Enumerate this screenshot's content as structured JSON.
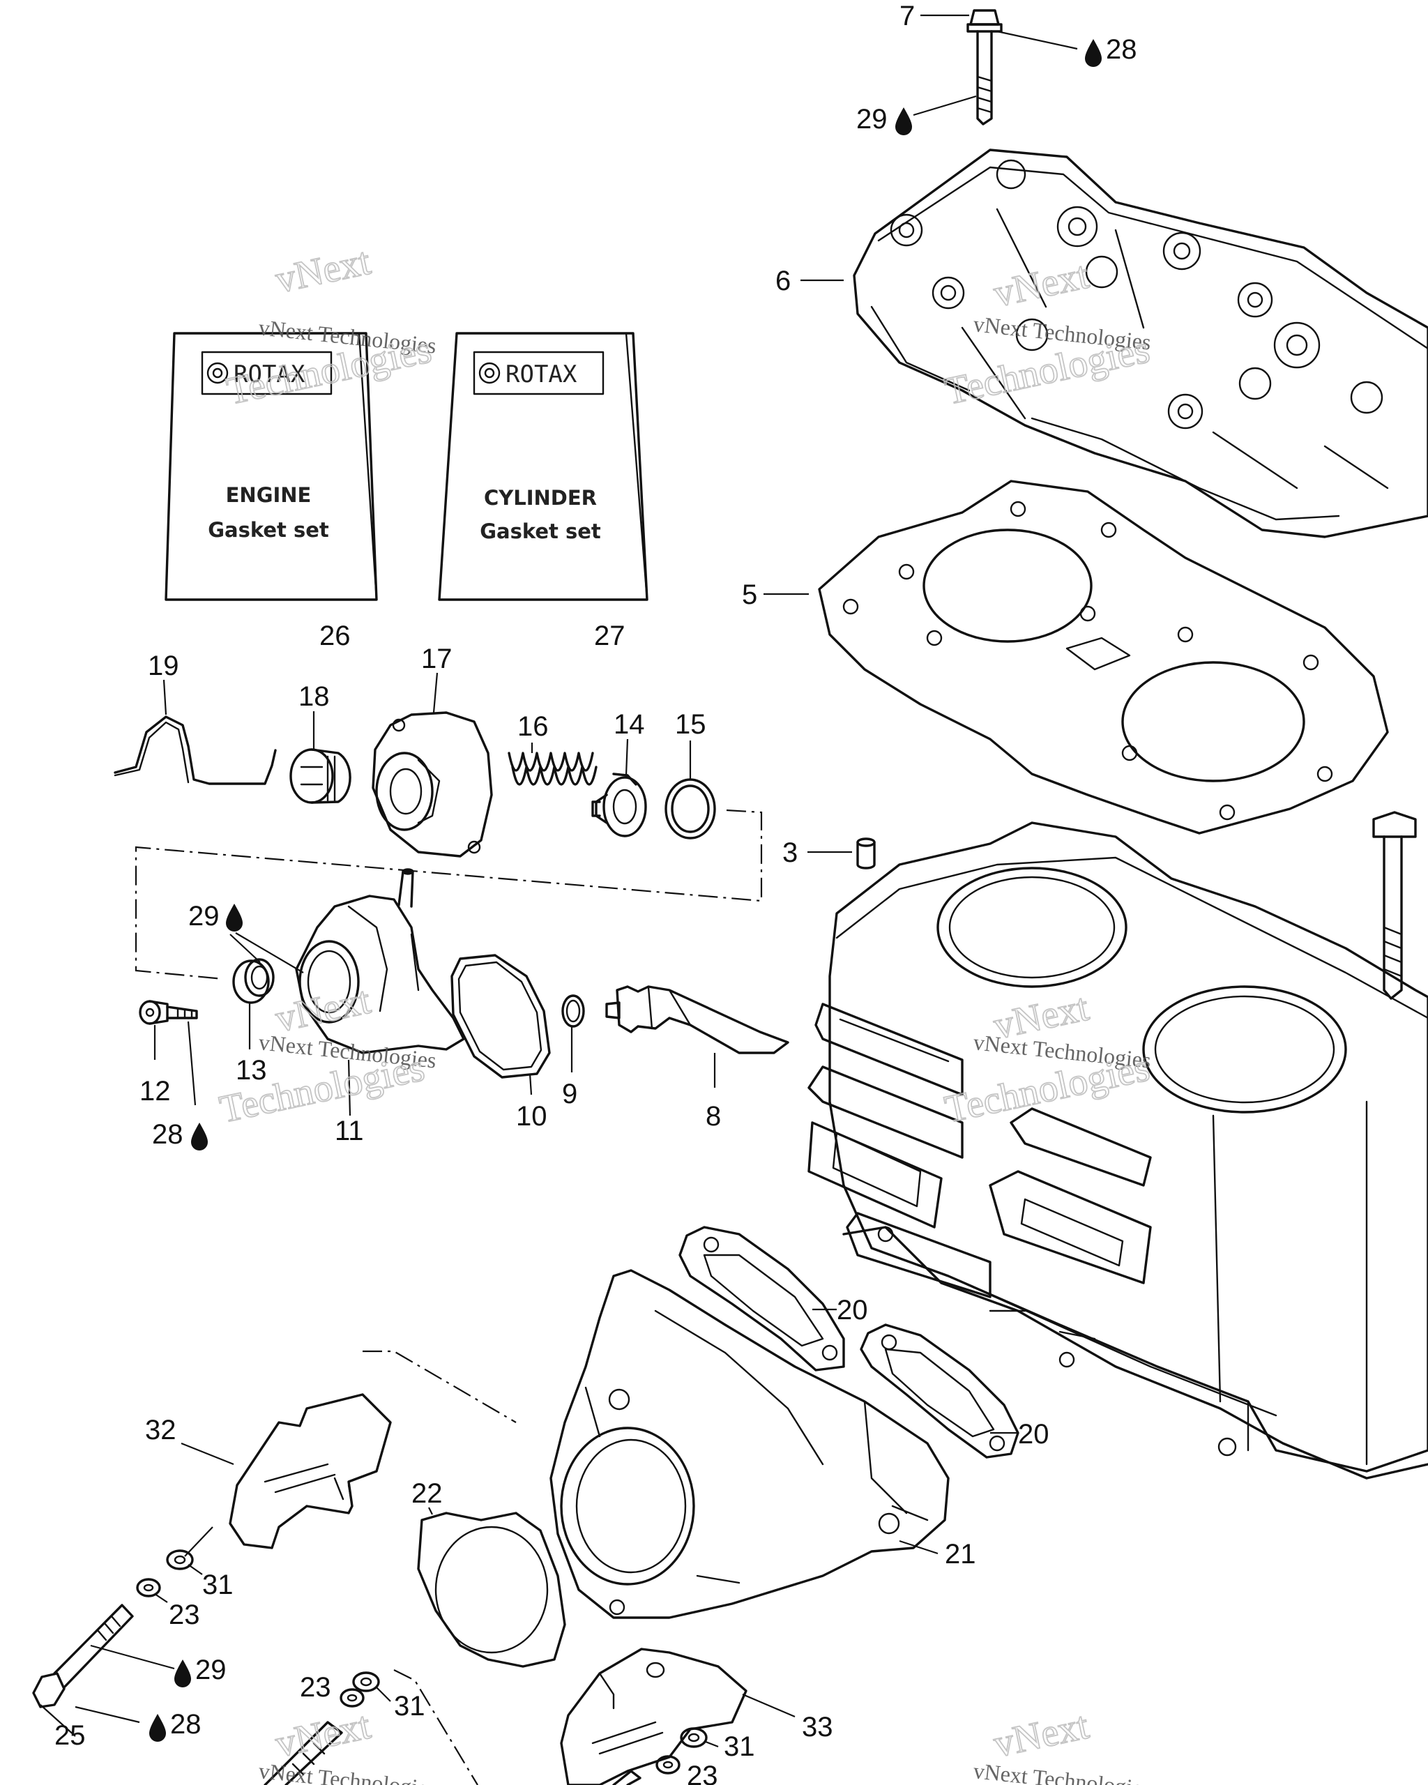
{
  "kits": [
    {
      "brand": "ROTAX",
      "line1": "ENGINE",
      "line2": "Gasket set",
      "number": "26"
    },
    {
      "brand": "ROTAX",
      "line1": "CYLINDER",
      "line2": "Gasket set",
      "number": "27"
    }
  ],
  "labels": {
    "p3": "3",
    "p5": "5",
    "p6": "6",
    "p7": "7",
    "p8": "8",
    "p9": "9",
    "p10": "10",
    "p11": "11",
    "p12": "12",
    "p13": "13",
    "p14": "14",
    "p15": "15",
    "p16": "16",
    "p17": "17",
    "p18": "18",
    "p19": "19",
    "p20a": "20",
    "p20b": "20",
    "p21": "21",
    "p22": "22",
    "p23a": "23",
    "p23b": "23",
    "p23c": "23",
    "p25": "25",
    "p28a": "28",
    "p28b": "28",
    "p28c": "28",
    "p29a": "29",
    "p29b": "29",
    "p29c": "29",
    "p31a": "31",
    "p31b": "31",
    "p31c": "31",
    "p32": "32",
    "p33": "33"
  },
  "watermark": {
    "brand": "vNext",
    "line": "vNext Technologies",
    "word": "Technologies"
  },
  "icons": {
    "adhesive": "drop-icon"
  }
}
